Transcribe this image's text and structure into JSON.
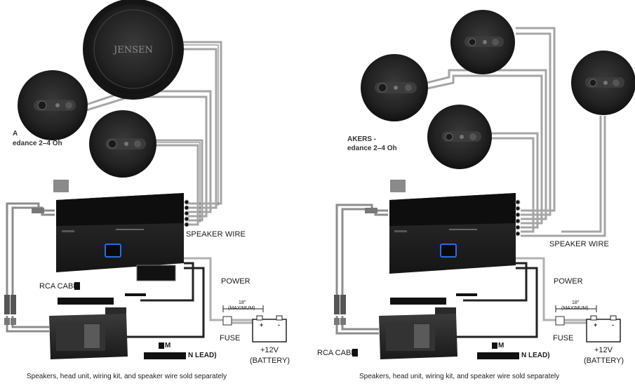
{
  "colors": {
    "speaker_body": "#1d1d1d",
    "wire_gray": "#a9a9a9",
    "wire_dark": "#3a3a3a",
    "amp_body": "#1b1b1b",
    "amp_badge": "#2c6cd9"
  },
  "diagrams": [
    {
      "speaker_brand": "JENSEN",
      "speaker_wire_label": "SPEAKER WIRE",
      "power_label": "POWER",
      "length_label": "18\"",
      "max_label": "(MAXIMUM)",
      "fuse_label": "FUSE",
      "battery_voltage": "+12V",
      "battery_label": "(BATTERY)",
      "battery_plus": "+",
      "battery_minus": "-",
      "rca_label": "RCA CABL",
      "impedance_line1": "A",
      "impedance_line2": "edance 2–4 Oh",
      "ground_label": "M",
      "remote_label": "N LEAD)",
      "caption": "Speakers, head unit, wiring kit, and speaker wire sold separately"
    },
    {
      "speaker_wire_label": "SPEAKER WIRE",
      "power_label": "POWER",
      "length_label": "18\"",
      "max_label": "(MAXIMUM)",
      "fuse_label": "FUSE",
      "battery_voltage": "+12V",
      "battery_label": "(BATTERY)",
      "battery_plus": "+",
      "battery_minus": "-",
      "rca_label": "RCA CABL",
      "impedance_line1": "AKERS -",
      "impedance_line2": "edance 2–4 Oh",
      "ground_label": "M",
      "remote_label": "N LEAD)",
      "caption": "Speakers, head unit, wiring kit, and speaker wire sold separately"
    }
  ]
}
